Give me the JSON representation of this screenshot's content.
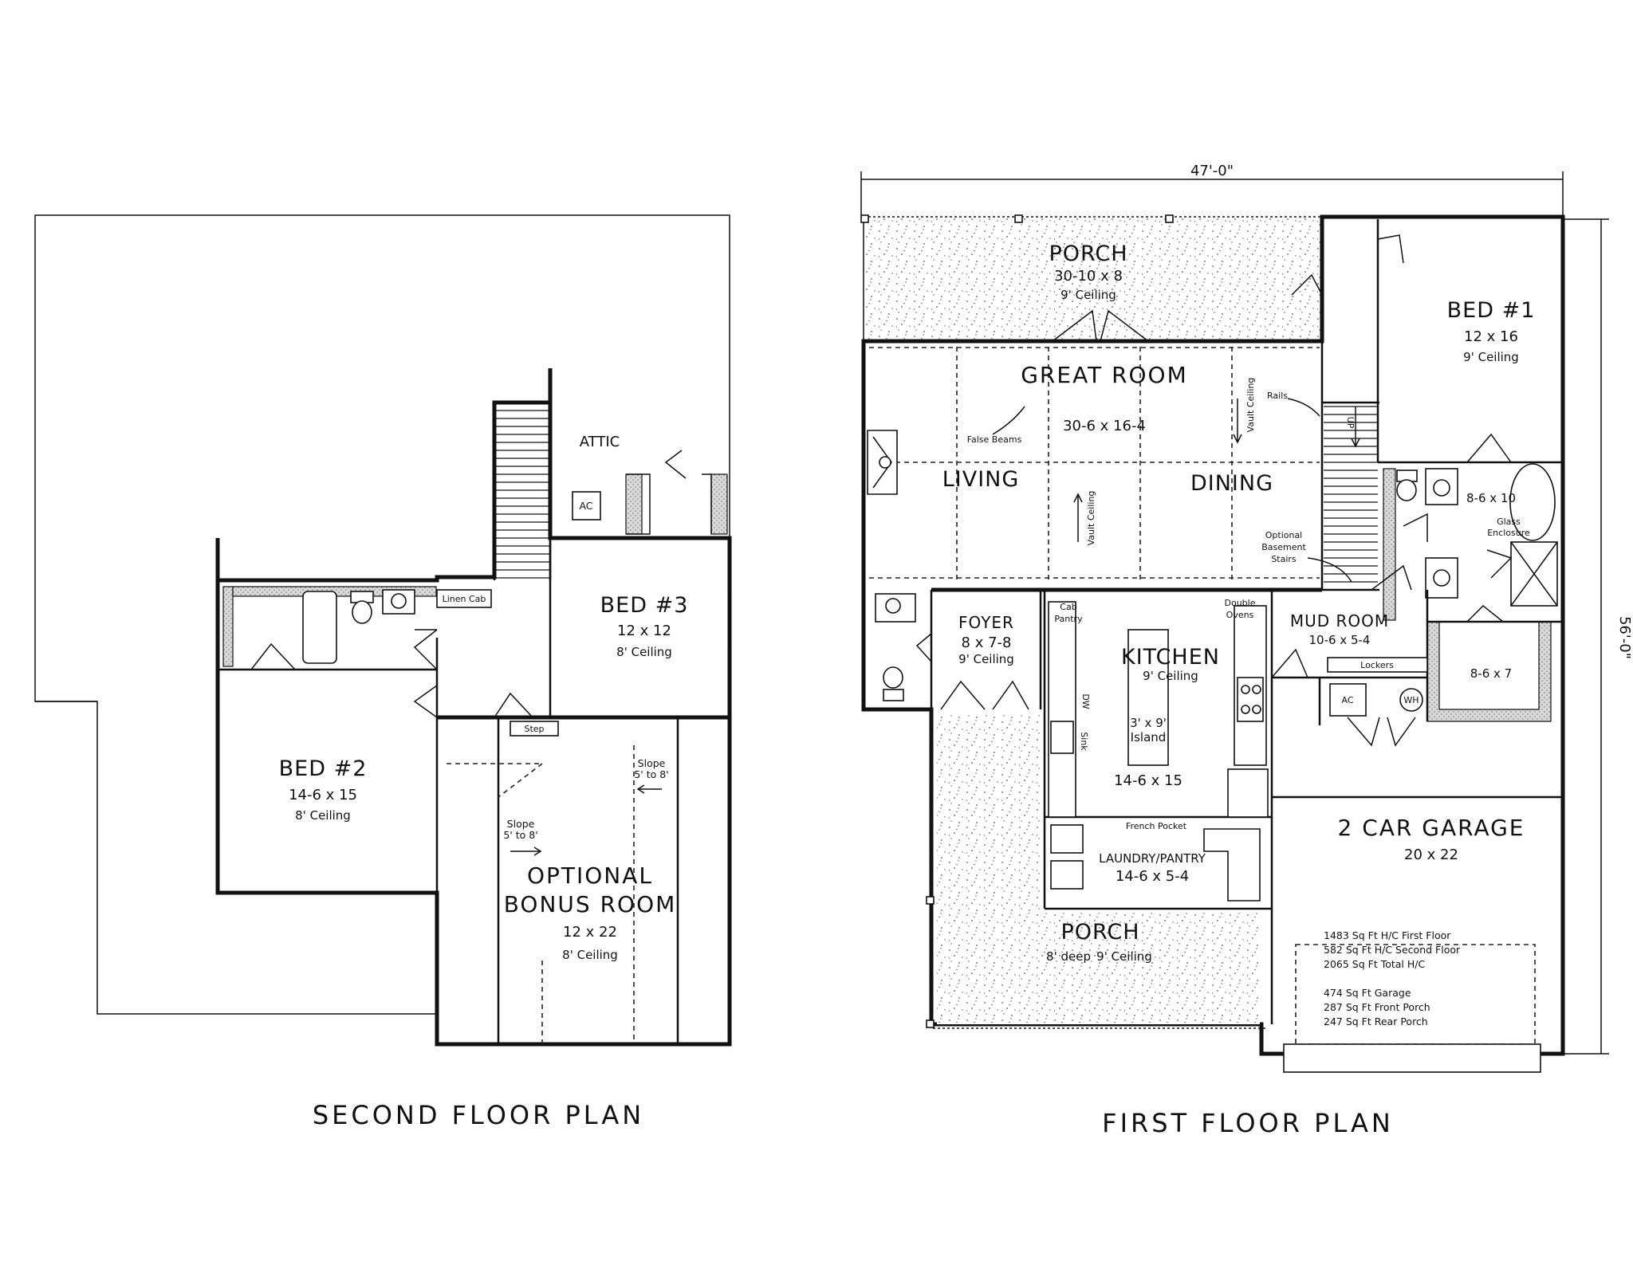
{
  "second_floor": {
    "title": "SECOND FLOOR PLAN",
    "attic_label": "ATTIC",
    "ac_label": "AC",
    "linen_label": "Linen Cab",
    "step_label": "Step",
    "bed3": {
      "name": "BED #3",
      "size": "12 x 12",
      "ceiling": "8' Ceiling"
    },
    "bed2": {
      "name": "BED #2",
      "size": "14-6 x 15",
      "ceiling": "8' Ceiling"
    },
    "bonus": {
      "name_line1": "OPTIONAL",
      "name_line2": "BONUS ROOM",
      "size": "12 x 22",
      "ceiling": "8' Ceiling"
    },
    "slope_left": {
      "line1": "Slope",
      "line2": "5' to 8'"
    },
    "slope_right": {
      "line1": "Slope",
      "line2": "5' to 8'"
    }
  },
  "first_floor": {
    "title": "FIRST FLOOR PLAN",
    "width_dim": "47'-0\"",
    "depth_dim": "56'-0\"",
    "rear_porch": {
      "name": "PORCH",
      "size": "30-10 x 8",
      "ceiling": "9' Ceiling"
    },
    "great_room": {
      "name": "GREAT ROOM",
      "size": "30-6 x 16-4"
    },
    "living_label": "LIVING",
    "dining_label": "DINING",
    "false_beams": "False Beams",
    "vault_ceiling_1": "Vault Ceiling",
    "vault_ceiling_2": "Vault Ceiling",
    "rails_label": "Rails",
    "up_label": "UP",
    "basement_stairs": {
      "line1": "Optional",
      "line2": "Basement",
      "line3": "Stairs"
    },
    "bed1": {
      "name": "BED #1",
      "size": "12 x 16",
      "ceiling": "9' Ceiling"
    },
    "master_bath": {
      "size": "8-6 x 10",
      "glass_line1": "Glass",
      "glass_line2": "Enclosure"
    },
    "closet": {
      "size": "8-6 x 7"
    },
    "foyer": {
      "name": "FOYER",
      "size": "8 x 7-8",
      "ceiling": "9' Ceiling"
    },
    "kitchen": {
      "name": "KITCHEN",
      "ceiling": "9' Ceiling",
      "size": "14-6 x 15",
      "island_line1": "3' x 9'",
      "island_line2": "Island"
    },
    "cab_pantry": {
      "line1": "Cab",
      "line2": "Pantry"
    },
    "double_ovens": {
      "line1": "Double",
      "line2": "Ovens"
    },
    "dw_label": "DW",
    "sink_label": "Sink",
    "mud_room": {
      "name": "MUD ROOM",
      "size": "10-6 x 5-4",
      "lockers": "Lockers"
    },
    "ac_label": "AC",
    "wh_label": "WH",
    "french_pocket": "French Pocket",
    "laundry": {
      "name": "LAUNDRY/PANTRY",
      "size": "14-6 x 5-4"
    },
    "garage": {
      "name": "2 CAR GARAGE",
      "size": "20 x 22"
    },
    "front_porch": {
      "name": "PORCH",
      "size": "8' deep",
      "ceiling": "9' Ceiling"
    },
    "stats": [
      "1483 Sq Ft H/C First Floor",
      "582 Sq Ft H/C Second Floor",
      "2065 Sq Ft Total H/C",
      "474 Sq Ft Garage",
      "287 Sq Ft Front Porch",
      "247 Sq Ft Rear Porch"
    ]
  }
}
